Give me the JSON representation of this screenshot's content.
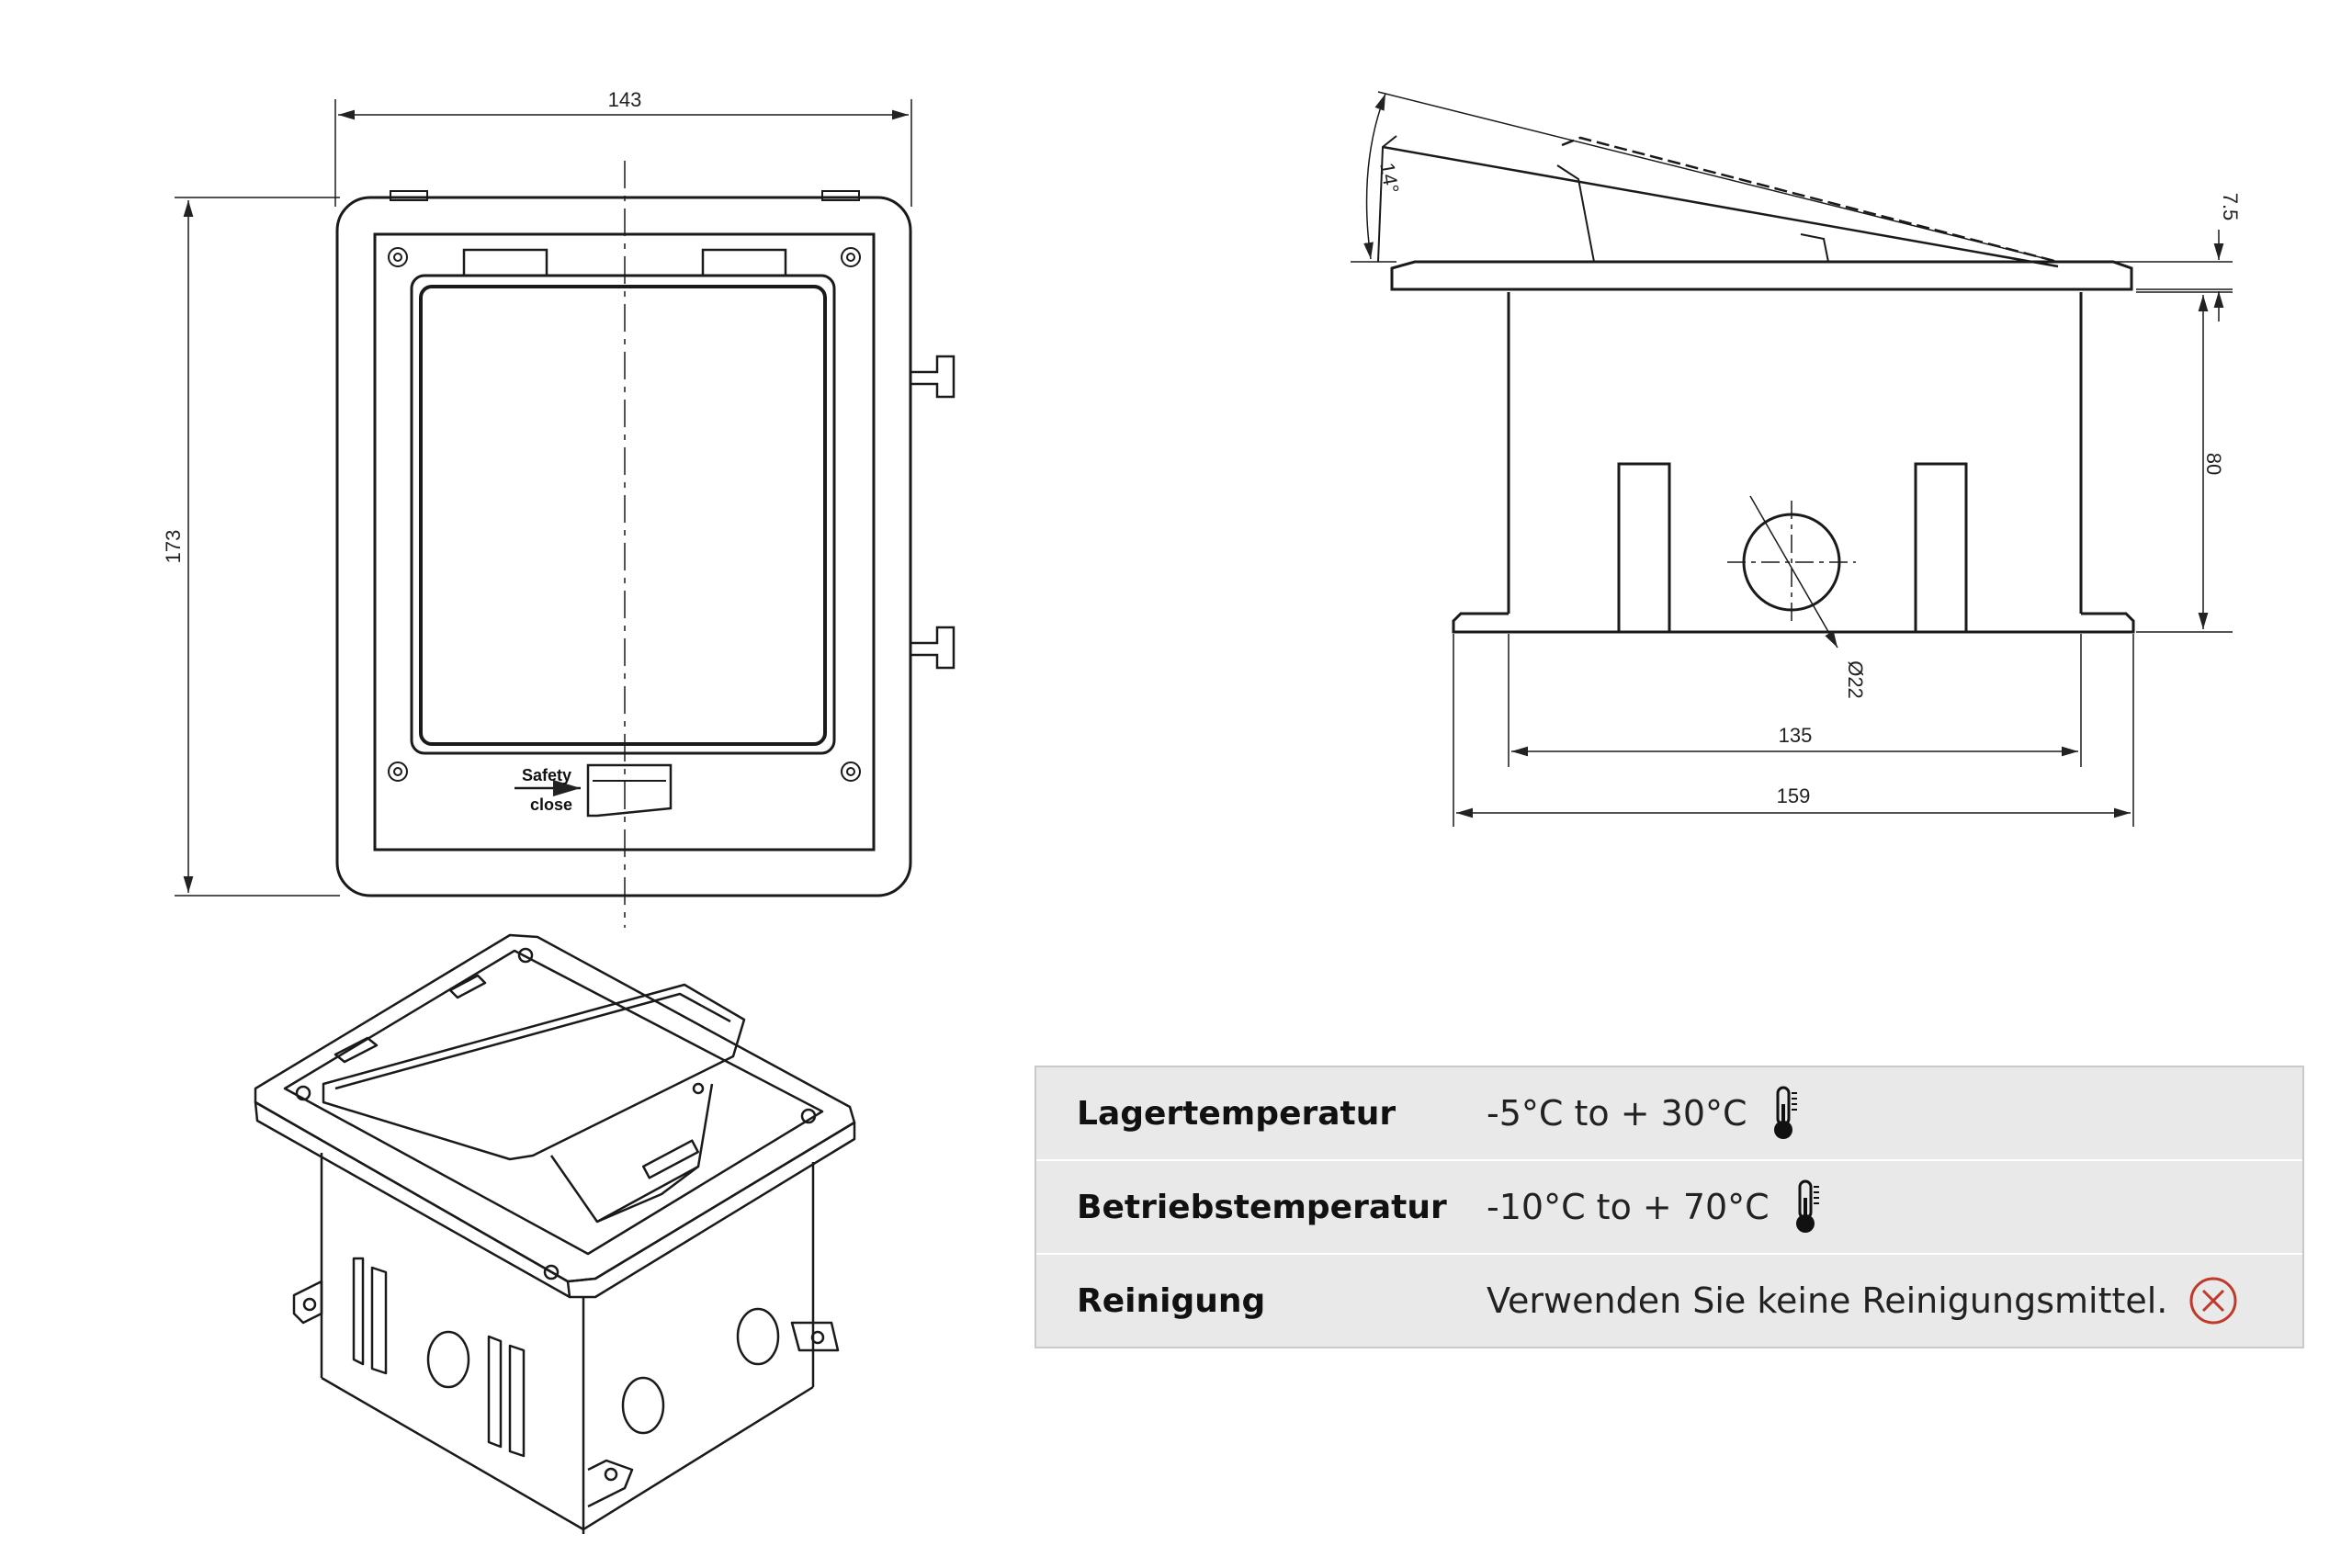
{
  "dimensions": {
    "width_top": "143",
    "height_left": "173",
    "angle": "14°",
    "lid_thickness": "7.5",
    "depth": "80",
    "hole_diameter": "Ø22",
    "inner_width": "135",
    "outer_width": "159"
  },
  "labels": {
    "safety": "Safety",
    "close": "close"
  },
  "specs": [
    {
      "label": "Lagertemperatur",
      "value": "-5°C to + 30°C",
      "icon": "thermometer-icon"
    },
    {
      "label": "Betriebstemperatur",
      "value": "-10°C to + 70°C",
      "icon": "thermometer-icon"
    },
    {
      "label": "Reinigung",
      "value": "Verwenden Sie keine Reinigungsmittel.",
      "icon": "no-cleaning-agent-icon"
    }
  ],
  "colors": {
    "line": "#1a1a1a",
    "table_bg": "#e9e9e9",
    "warning_red": "#c0392b"
  }
}
